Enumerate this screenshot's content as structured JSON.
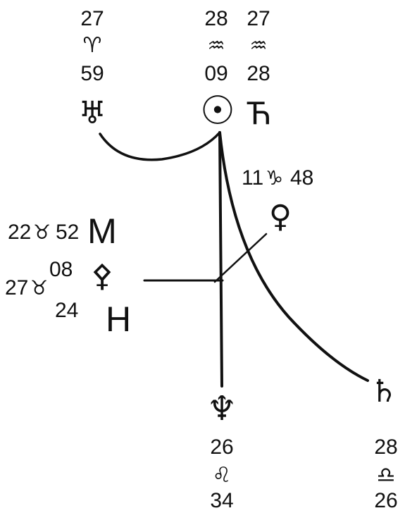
{
  "chart_data": {
    "type": "astrological-midpoint-tree",
    "focal_point": {
      "glyph": "☉",
      "glyph_name": "sun-icon",
      "degree": "28",
      "sign_glyph": "♒",
      "sign_name": "aquarius-icon",
      "minutes": "09"
    },
    "factors": [
      {
        "name": "uranus",
        "glyph": "♅",
        "glyph_name": "uranus-icon",
        "degree": "27",
        "sign_glyph": "♈",
        "sign_name": "aries-icon",
        "minutes": "59"
      },
      {
        "name": "hades",
        "glyph": "Ћ",
        "glyph_name": "hades-icon",
        "degree": "27",
        "sign_glyph": "♒",
        "sign_name": "aquarius-icon",
        "minutes": "28"
      },
      {
        "name": "venus",
        "glyph": "♀",
        "glyph_name": "venus-icon",
        "degree": "11",
        "sign_glyph": "♑",
        "sign_name": "capricorn-icon",
        "minutes": "48"
      },
      {
        "name": "mc",
        "glyph": "M",
        "glyph_name": "mc-letter",
        "degree": "22",
        "sign_glyph": "♉",
        "sign_name": "taurus-icon",
        "minutes": "52"
      },
      {
        "name": "ascendant",
        "glyph": "⚴",
        "glyph_name": "ascendant-icon",
        "degree": "27",
        "sign_glyph": "♉",
        "sign_name": "taurus-icon",
        "minutes": "08"
      },
      {
        "name": "house",
        "glyph": "H",
        "glyph_name": "house-letter",
        "minutes": "24"
      },
      {
        "name": "neptune",
        "glyph": "♆",
        "glyph_name": "neptune-icon",
        "degree": "26",
        "sign_glyph": "♌",
        "sign_name": "leo-icon",
        "minutes": "34"
      },
      {
        "name": "saturn",
        "glyph": "♄",
        "glyph_name": "saturn-icon",
        "degree": "28",
        "sign_glyph": "♎",
        "sign_name": "libra-icon",
        "minutes": "26"
      }
    ]
  }
}
